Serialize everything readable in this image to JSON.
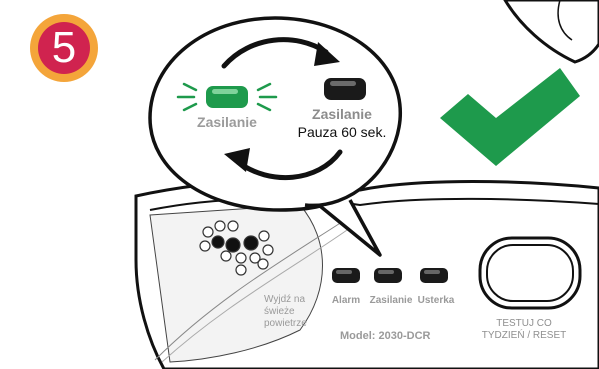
{
  "step": {
    "number": "5",
    "fill_color": "#d0234f",
    "ring_color": "#f4a53a"
  },
  "bubble": {
    "active_led_label": "Zasilanie",
    "inactive_led_label": "Zasilanie",
    "pause_label": "Pauza 60 sek.",
    "active_led_color": "#1e9a4c",
    "inactive_led_color": "#1a1a1a"
  },
  "checkmark": {
    "icon": "check-mark-icon",
    "color": "#1e9a4c"
  },
  "device": {
    "leds": [
      {
        "label": "Alarm"
      },
      {
        "label": "Zasilanie"
      },
      {
        "label": "Usterka"
      }
    ],
    "fresh_air_label": "Wyjdź na świeże powietrze",
    "model_label": "Model: 2030-DCR",
    "test_button_label": "TESTUJ CO TYDZIEŃ / RESET"
  }
}
